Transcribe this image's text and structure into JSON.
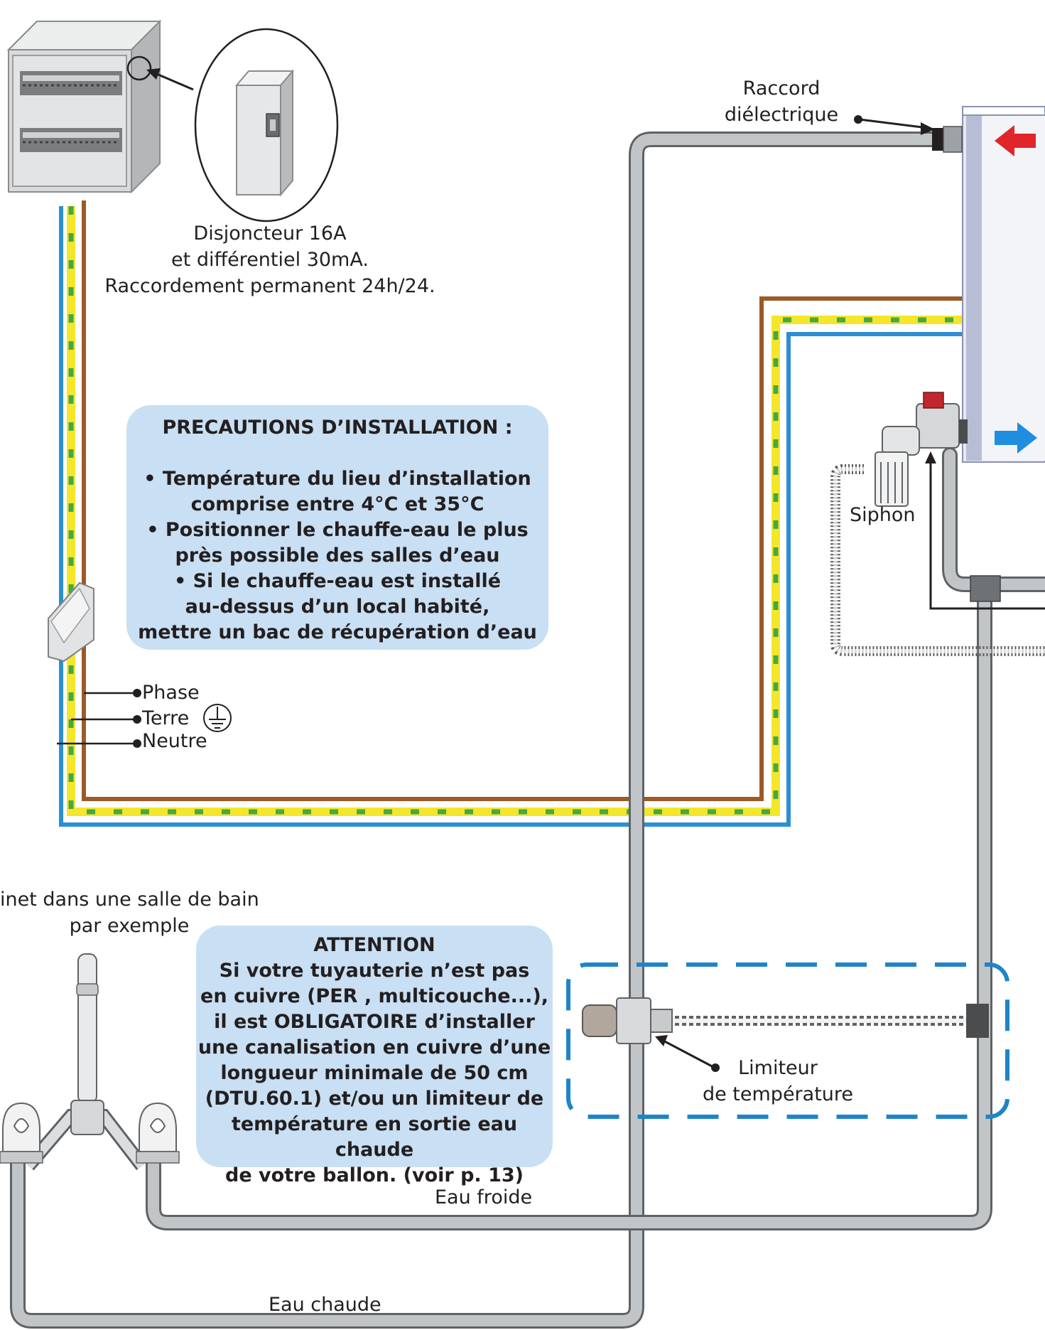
{
  "labels": {
    "breaker": [
      "Disjoncteur 16A",
      "et différentiel 30mA.",
      "Raccordement permanent 24h/24."
    ],
    "dielectric": [
      "Raccord",
      "diélectrique"
    ],
    "siphon": "Siphon",
    "phase": "Phase",
    "terre": "Terre",
    "neutre": "Neutre",
    "faucet": [
      "inet dans une salle de bain",
      "par exemple"
    ],
    "limiter": [
      "Limiteur",
      "de température"
    ],
    "cold_water": "Eau froide",
    "hot_water": "Eau chaude"
  },
  "precautions": {
    "title": "PRECAUTIONS D’INSTALLATION :",
    "lines": [
      "• Température du lieu d’installation",
      "comprise entre 4°C et 35°C",
      "• Positionner le chauffe-eau le plus",
      "près possible des salles d’eau",
      "• Si le chauffe-eau est installé",
      "au-dessus d’un local habité,",
      "mettre un bac de récupération d’eau"
    ]
  },
  "attention": {
    "title": "ATTENTION",
    "lines": [
      "Si votre tuyauterie n’est pas",
      "en cuivre (PER , multicouche...),",
      "il est OBLIGATOIRE d’installer",
      "une canalisation en cuivre d’une",
      "longueur minimale de 50 cm",
      "(DTU.60.1) et/ou un limiteur de",
      "température en sortie eau chaude",
      "de votre ballon. (voir p. 13)"
    ]
  },
  "colors": {
    "pipe": "#b9bcbf",
    "pipe_outline": "#5f6366",
    "phase_wire": "#9b5a26",
    "earth_wire": "#f4e62b",
    "earth_stripe": "#45a845",
    "neutral_wire": "#2c8fd3",
    "box_fill": "#c9dff3",
    "inlet_arrow": "#e0252b",
    "outlet_arrow": "#1f8ee0",
    "dashed_frame": "#1f84c8"
  }
}
